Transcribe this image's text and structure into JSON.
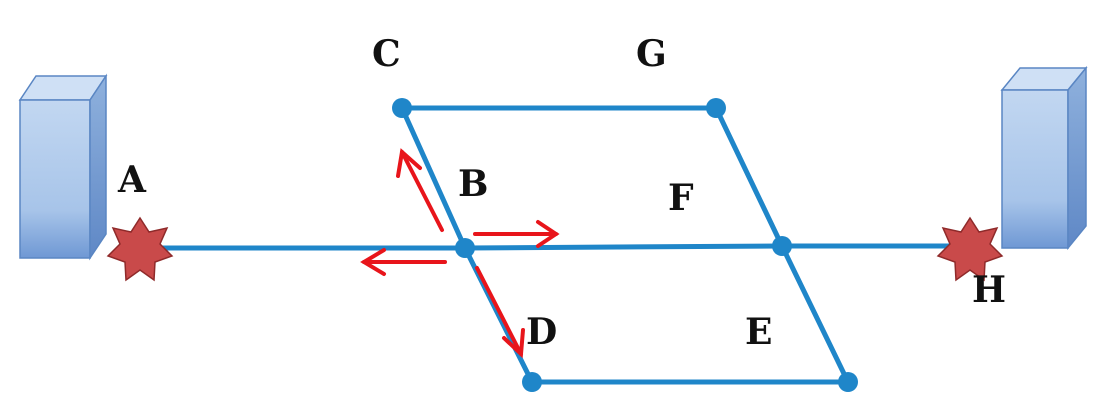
{
  "labels": {
    "A": "A",
    "B": "B",
    "C": "C",
    "D": "D",
    "E": "E",
    "F": "F",
    "G": "G",
    "H": "H"
  },
  "colors": {
    "link": "#1f86c9",
    "arrow": "#e8151b",
    "star": "#c94a4a",
    "star_stroke": "#8f2a2a",
    "server_front": "#a9c6ea",
    "server_side": "#7ea4d6",
    "server_top": "#c9dcf3"
  },
  "icons": {
    "left_endpoint": "server-icon",
    "right_endpoint": "server-icon",
    "left_star": "star-burst-icon",
    "right_star": "star-burst-icon"
  }
}
